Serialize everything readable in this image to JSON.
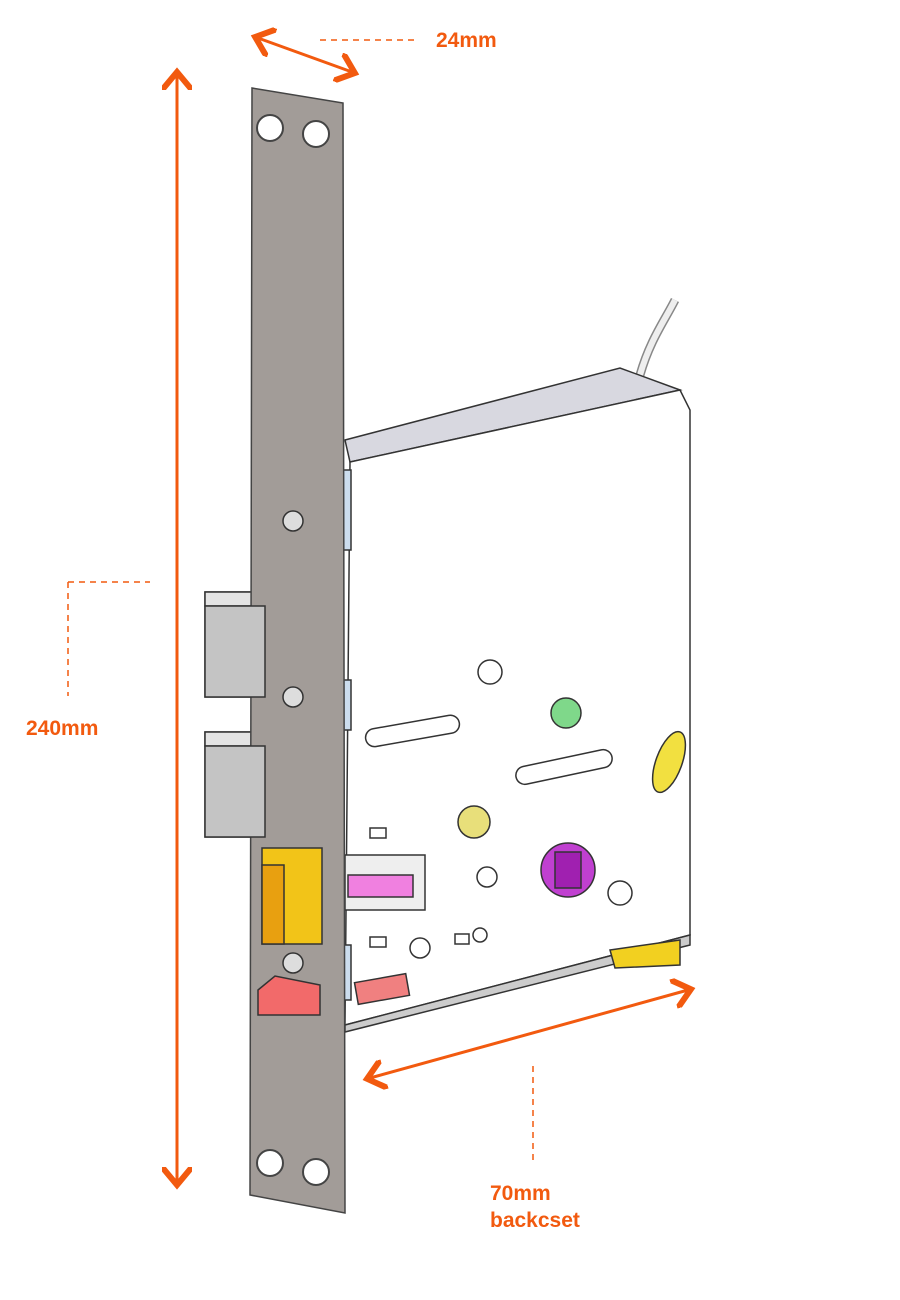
{
  "title": "Mortise lock dimensions",
  "dimensions": {
    "faceplate_width": "24mm",
    "height": "240mm",
    "backset_value": "70mm",
    "backset_label": "backcset"
  },
  "colors": {
    "accent": "#f25a0f",
    "faceplate": "#a29c98",
    "latch": "#f2c418",
    "trigger": "#f26a6a",
    "spindle": "#c040d0",
    "indicator_green": "#7fd88a"
  }
}
